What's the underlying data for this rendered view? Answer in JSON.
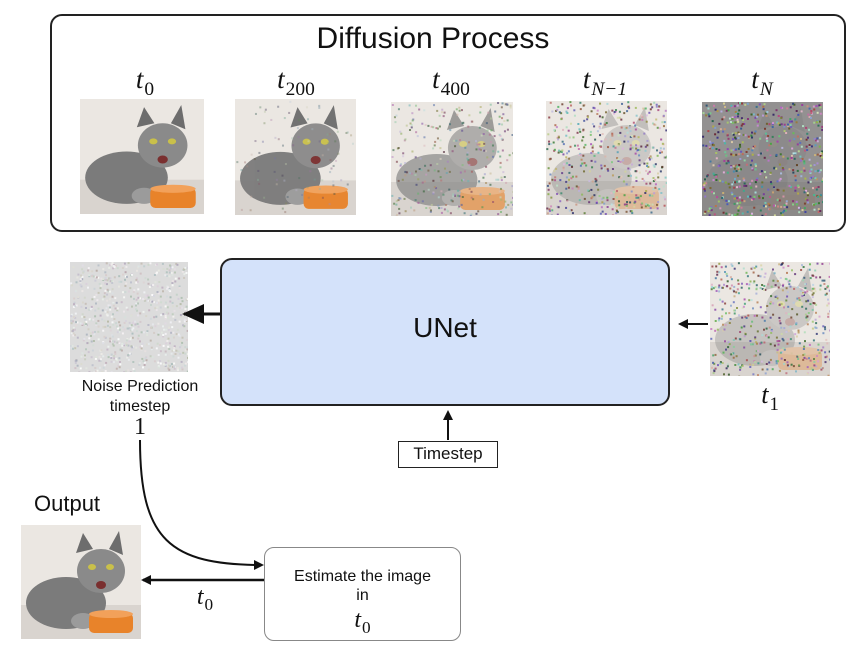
{
  "diffusion": {
    "title": "Diffusion Process",
    "steps": [
      {
        "base": "t",
        "sub": "0",
        "noise": 0.0
      },
      {
        "base": "t",
        "sub": "200",
        "noise": 0.05
      },
      {
        "base": "t",
        "sub": "400",
        "noise": 0.45
      },
      {
        "base": "t",
        "sub": "N−1",
        "noise": 0.8
      },
      {
        "base": "t",
        "sub": "N",
        "noise": 1.0
      }
    ]
  },
  "unet": {
    "label": "UNet"
  },
  "timestep": {
    "label": "Timestep"
  },
  "noise_prediction": {
    "line1": "Noise Prediction",
    "line2": "timestep",
    "value": "1"
  },
  "input_step": {
    "base": "t",
    "sub": "1"
  },
  "output": {
    "label": "Output"
  },
  "estimate": {
    "line1": "Estimate the image",
    "line2": "in",
    "base": "t",
    "sub": "0"
  },
  "arrow_label": {
    "base": "t",
    "sub": "0"
  },
  "colors": {
    "unet_fill": "#d4e2fa",
    "border": "#222222"
  }
}
